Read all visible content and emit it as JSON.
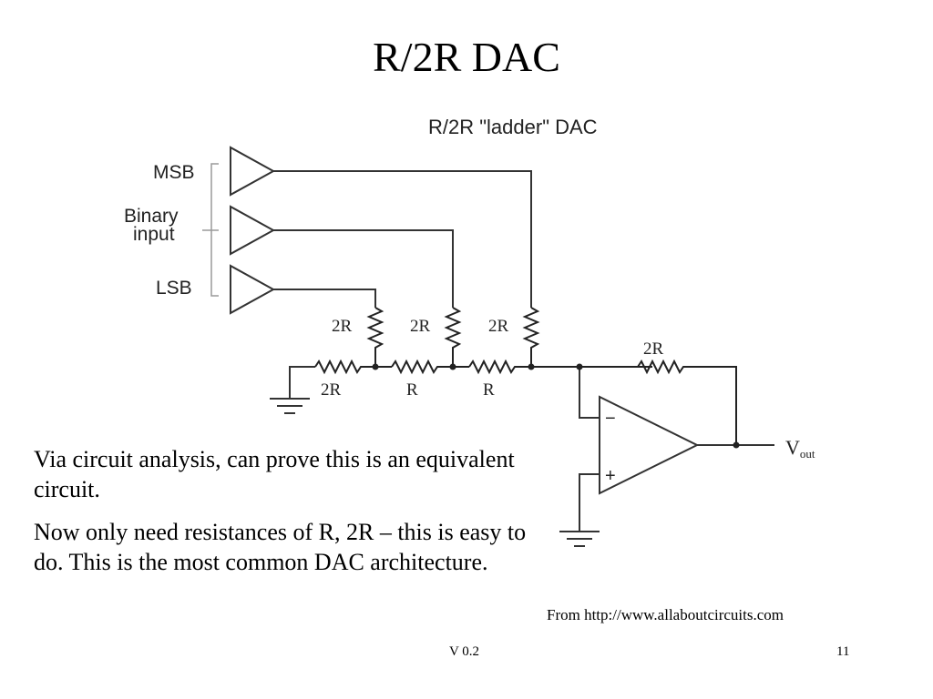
{
  "slide": {
    "title": "R/2R DAC",
    "body_paragraphs": [
      "Via circuit analysis, can prove this is an equivalent circuit.",
      "Now only need resistances of R, 2R – this is easy to do.  This is the most common DAC architecture."
    ],
    "credit": "From http://www.allaboutcircuits.com",
    "footer_version": "V 0.2",
    "page_number": "11"
  },
  "diagram": {
    "title": "R/2R \"ladder\" DAC",
    "input_labels": {
      "msb": "MSB",
      "binary_line1": "Binary",
      "binary_line2": "input",
      "lsb": "LSB"
    },
    "vertical_resistor_labels": [
      "2R",
      "2R",
      "2R"
    ],
    "horizontal_resistor_labels": [
      "2R",
      "R",
      "R"
    ],
    "feedback_resistor_label": "2R",
    "opamp_inputs": {
      "inverting": "−",
      "non_inverting": "+"
    },
    "output_label": {
      "main": "V",
      "subscript": "out"
    }
  }
}
